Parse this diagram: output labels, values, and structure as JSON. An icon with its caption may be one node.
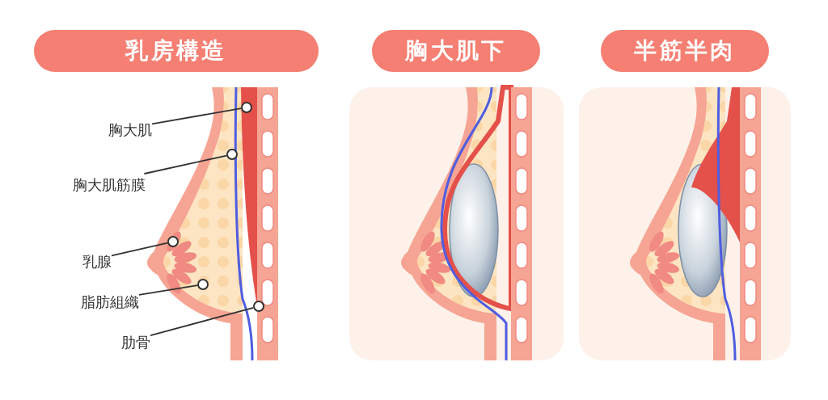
{
  "diagram": {
    "nodes": [
      {
        "text": [
          "乳房構造"
        ]
      },
      {
        "text": [
          "胸大肌下"
        ]
      },
      {
        "text": [
          "半筋半肉"
        ]
      },
      {
        "text": [
          "胸大肌"
        ]
      },
      {
        "text": [
          "胸大肌筋膜"
        ]
      },
      {
        "text": [
          "乳腺"
        ]
      },
      {
        "text": [
          "脂肪組織"
        ]
      },
      {
        "text": [
          "肋骨"
        ]
      },
      {
        "text": [],
        "shape": "circle"
      },
      {
        "text": [],
        "shape": "circle"
      },
      {
        "text": [],
        "shape": "circle"
      },
      {
        "text": [],
        "shape": "circle"
      },
      {
        "text": [],
        "shape": "circle"
      }
    ],
    "edges": [
      {
        "from": 3,
        "to": 8,
        "arrow": "none"
      },
      {
        "from": 4,
        "to": 9,
        "arrow": "none"
      },
      {
        "from": 5,
        "to": 10,
        "arrow": "none"
      },
      {
        "from": 6,
        "to": 11,
        "arrow": "none"
      },
      {
        "from": 7,
        "to": 12,
        "arrow": "none"
      }
    ]
  }
}
